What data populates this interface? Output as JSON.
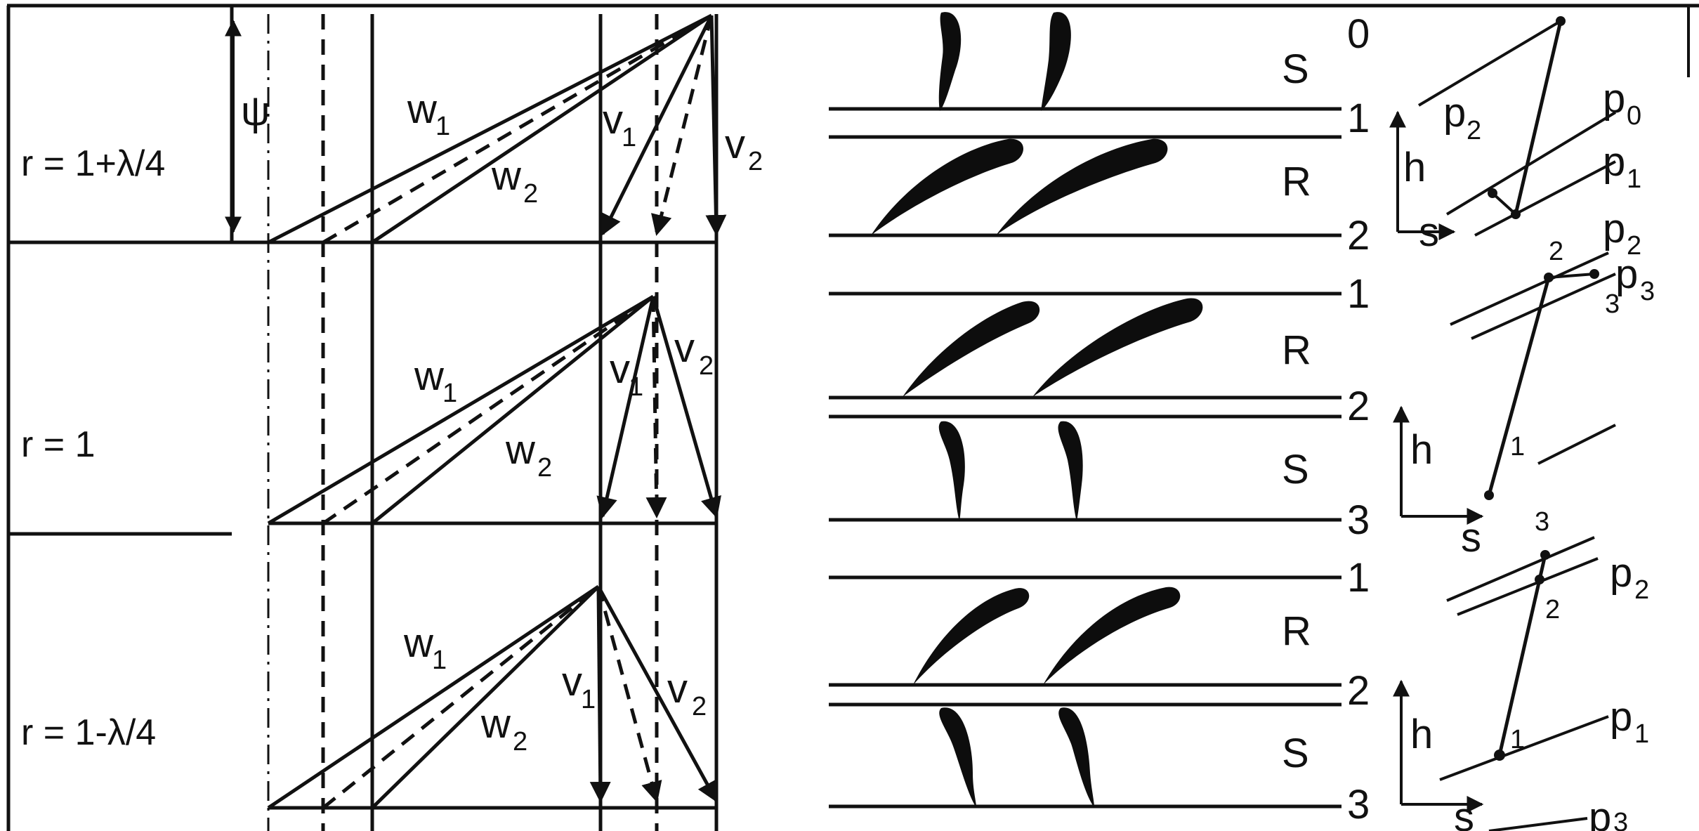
{
  "triangles": [
    {
      "row_label": "r = 1+λ/4",
      "w1": "w",
      "w1_sub": "1",
      "w2": "w",
      "w2_sub": "2",
      "v1": "v",
      "v1_sub": "1",
      "v2": "v",
      "v2_sub": "2",
      "psi": "ψ"
    },
    {
      "row_label": "r = 1",
      "w1": "w",
      "w1_sub": "1",
      "w2": "w",
      "w2_sub": "2",
      "v1": "v",
      "v1_sub": "1",
      "v2": "v",
      "v2_sub": "2"
    },
    {
      "row_label": "r = 1-λ/4",
      "w1": "w",
      "w1_sub": "1",
      "w2": "w",
      "w2_sub": "2",
      "v1": "v",
      "v1_sub": "1",
      "v2": "v",
      "v2_sub": "2"
    }
  ],
  "stages": [
    {
      "rows": [
        "S",
        "R"
      ],
      "stations": [
        "0",
        "1",
        "2"
      ]
    },
    {
      "rows": [
        "R",
        "S"
      ],
      "stations": [
        "1",
        "2",
        "3"
      ]
    },
    {
      "rows": [
        "R",
        "S"
      ],
      "stations": [
        "1",
        "2",
        "3"
      ]
    }
  ],
  "hs_diagrams": [
    {
      "h": "h",
      "s": "s",
      "isobars": [
        {
          "p": "p",
          "sub": "2"
        },
        {
          "p": "p",
          "sub": "0"
        },
        {
          "p": "p",
          "sub": "1"
        },
        {
          "p": "p",
          "sub": "2"
        }
      ]
    },
    {
      "h": "h",
      "s": "s",
      "points": [
        "2",
        "3",
        "1",
        "3"
      ],
      "isobars": [
        {
          "p": "p",
          "sub": "3"
        }
      ]
    },
    {
      "h": "h",
      "s": "s",
      "points": [
        "2",
        "1"
      ],
      "isobars": [
        {
          "p": "p",
          "sub": "2"
        },
        {
          "p": "p",
          "sub": "1"
        },
        {
          "p": "p",
          "sub": "3"
        }
      ]
    }
  ]
}
